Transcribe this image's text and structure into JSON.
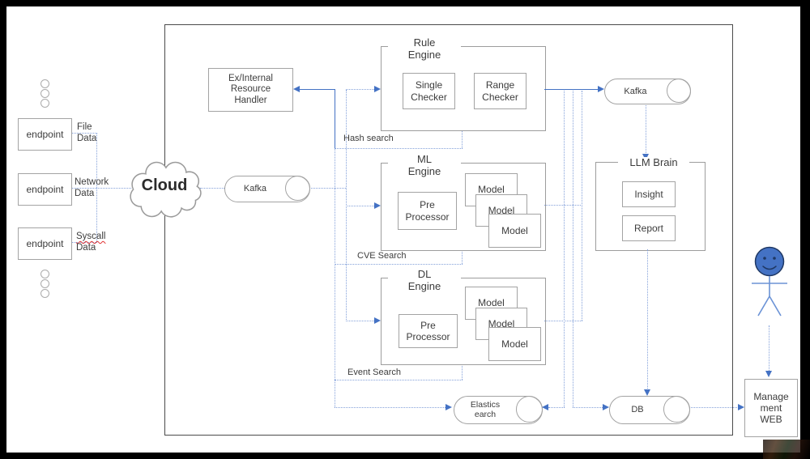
{
  "colors": {
    "dotted_line": "#84a1da",
    "solid_line": "#4472c4",
    "box_border": "#a3a3a3",
    "outer_border": "#4a4a4a",
    "person_fill": "#4472c4",
    "spellcheck_red": "#e03030"
  },
  "icons": {
    "cloud": "cloud-shape",
    "queue": "horizontal-cylinder-pill",
    "person": "stick-figure-user",
    "ellipsis": "vertical-dots"
  },
  "endpoints": {
    "items": [
      {
        "label": "endpoint",
        "data_label": "File\nData"
      },
      {
        "label": "endpoint",
        "data_label": "Network\nData"
      },
      {
        "label": "endpoint",
        "data_label_word": "Syscall",
        "data_label_rest": "Data"
      }
    ]
  },
  "cloud": {
    "label": "Cloud"
  },
  "kafka_in": {
    "label": "Kafka"
  },
  "kafka_out": {
    "label": "Kafka"
  },
  "resource_handler": {
    "label": "Ex/Internal\nResource\nHandler"
  },
  "rule_engine": {
    "title": "Rule\nEngine",
    "single_checker": "Single\nChecker",
    "range_checker": "Range\nChecker"
  },
  "ml_engine": {
    "title": "ML\nEngine",
    "pre_processor": "Pre\nProcessor",
    "models": [
      "Model",
      "Model",
      "Model"
    ]
  },
  "dl_engine": {
    "title": "DL\nEngine",
    "pre_processor": "Pre\nProcessor",
    "models": [
      "Model",
      "Model",
      "Model"
    ]
  },
  "search_labels": {
    "hash": "Hash search",
    "cve": "CVE Search",
    "event": "Event Search"
  },
  "llm_brain": {
    "title": "LLM Brain",
    "insight": "Insight",
    "report": "Report"
  },
  "elasticsearch": {
    "label": "Elastics\nearch"
  },
  "db": {
    "label": "DB"
  },
  "management_web": {
    "label": "Manage\nment\nWEB"
  }
}
